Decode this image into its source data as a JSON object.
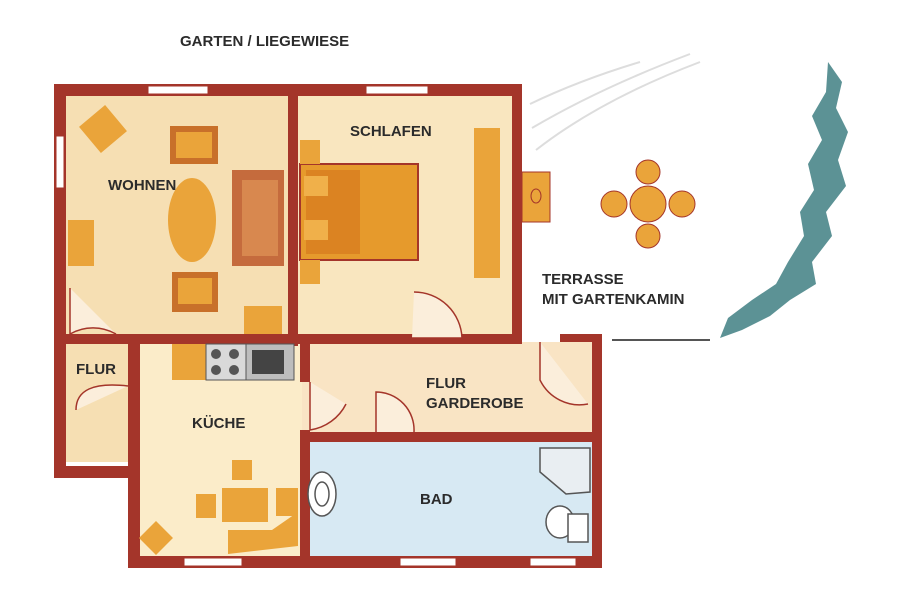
{
  "labels": {
    "garden": "GARTEN / LIEGEWIESE",
    "living": "WOHNEN",
    "bedroom": "SCHLAFEN",
    "terrace_line1": "TERRASSE",
    "terrace_line2": "MIT GARTENKAMIN",
    "hall_small": "FLUR",
    "kitchen": "KÜCHE",
    "hall_line1": "FLUR",
    "hall_line2": "GARDEROBE",
    "bath": "BAD"
  },
  "colors": {
    "wall": "#a4352a",
    "floor_warm": "#f6dfb3",
    "floor_light": "#fbecc9",
    "bath_floor": "#d7e9f3",
    "furniture": "#eaa43a",
    "furniture_dark": "#c8702a",
    "bed": "#e69a2c",
    "sofa": "#c56b3d",
    "hedge": "#3f7f83"
  }
}
